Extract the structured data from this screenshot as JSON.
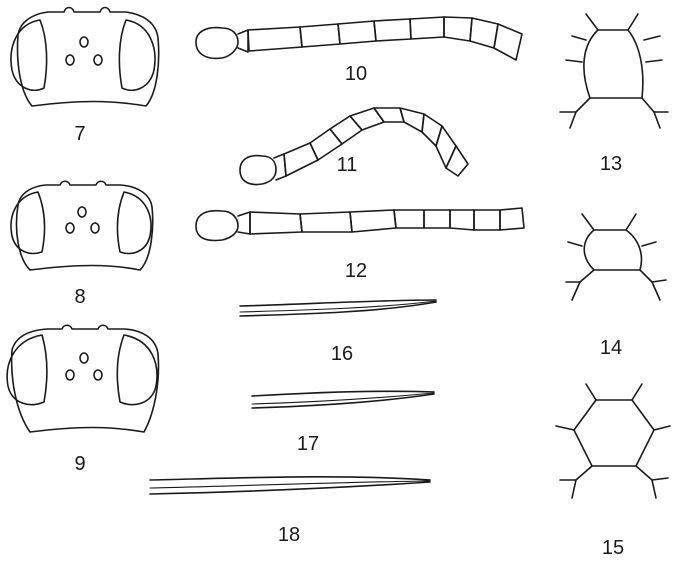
{
  "figures": {
    "fig7": "7",
    "fig8": "8",
    "fig9": "9",
    "fig10": "10",
    "fig11": "11",
    "fig12": "12",
    "fig13": "13",
    "fig14": "14",
    "fig15": "15",
    "fig16": "16",
    "fig17": "17",
    "fig18": "18"
  }
}
